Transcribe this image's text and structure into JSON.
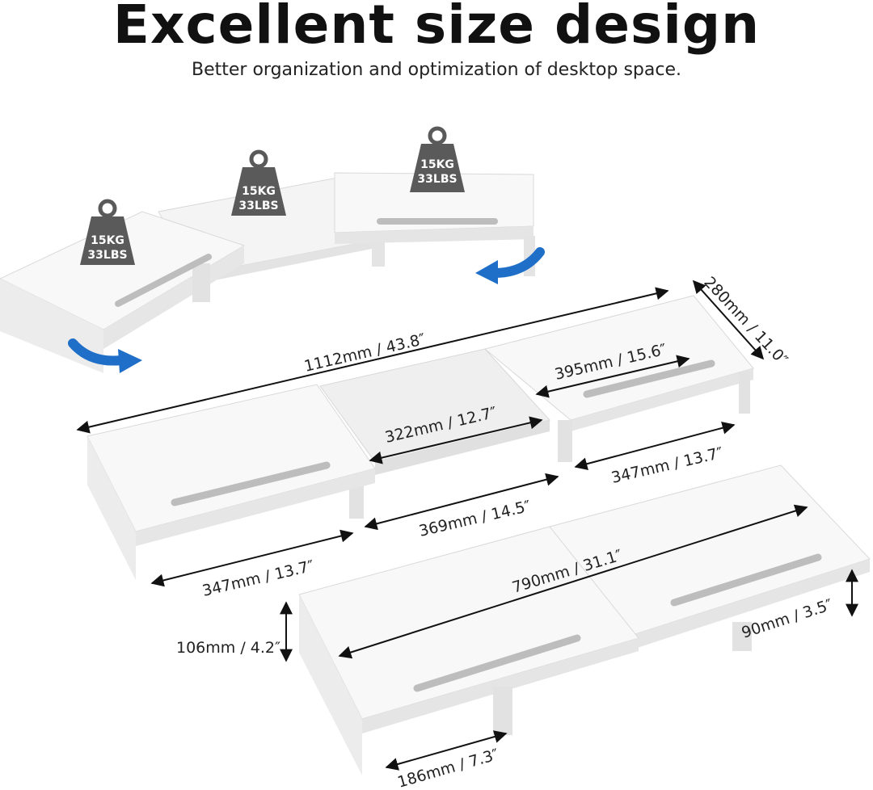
{
  "header": {
    "title": "Excellent size design",
    "subtitle": "Better organization and optimization of desktop space."
  },
  "weights": [
    {
      "kg": "15KG",
      "lbs": "33LBS"
    },
    {
      "kg": "15KG",
      "lbs": "33LBS"
    },
    {
      "kg": "15KG",
      "lbs": "33LBS"
    }
  ],
  "dimensions": {
    "total_length": "1112mm / 43.8″",
    "depth": "280mm / 11.0″",
    "right_top_width": "395mm / 15.6″",
    "middle_top_width": "322mm / 12.7″",
    "right_bottom_width": "347mm / 13.7″",
    "middle_bottom_width": "369mm / 14.5″",
    "left_bottom_width": "347mm / 13.7″",
    "folded_length": "790mm / 31.1″",
    "height_total": "106mm / 4.2″",
    "height_clearance": "90mm / 3.5″",
    "leg_gap": "186mm / 7.3″"
  },
  "colors": {
    "shelf_top": "#f7f7f7",
    "shelf_side": "#e6e6e6",
    "weight": "#5a5a5a",
    "arrow": "#1f6fc9"
  }
}
